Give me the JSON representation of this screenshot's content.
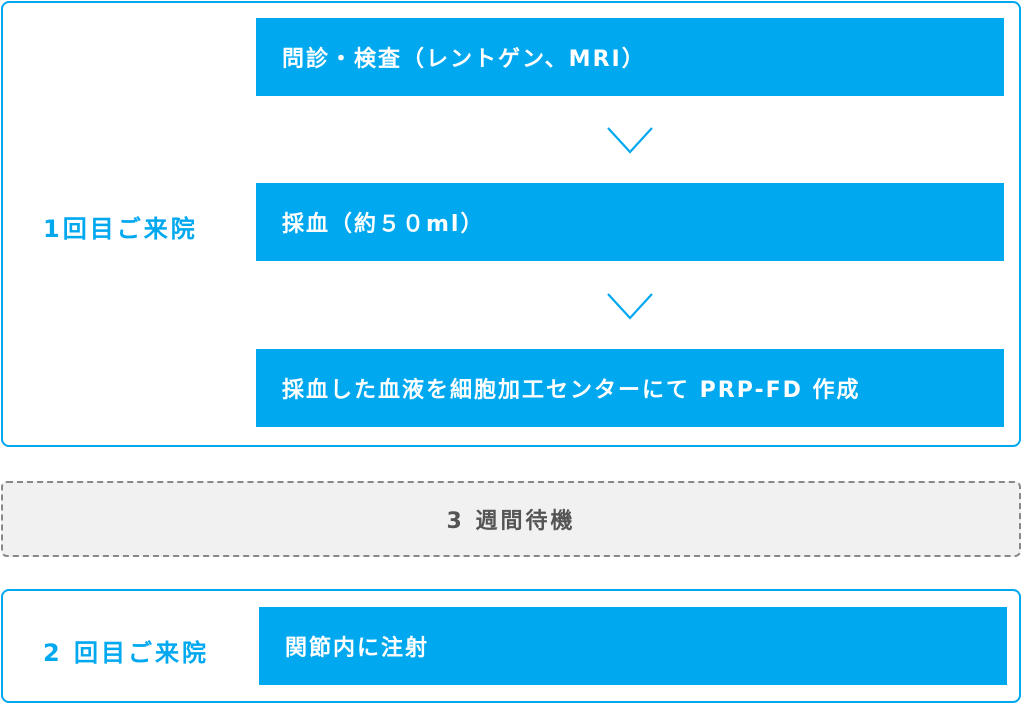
{
  "colors": {
    "accent": "#00a8ef",
    "step_text": "#ffffff",
    "wait_border": "#888888",
    "wait_background": "#f1f1f1",
    "wait_text": "#555555"
  },
  "visit_1": {
    "label": "1回目ご来院",
    "steps": [
      {
        "label": "問診・検査（レントゲン、MRI）"
      },
      {
        "label": "採血（約５０ml）"
      },
      {
        "label": "採血した血液を細胞加工センターにて PRP-FD 作成"
      }
    ],
    "arrow_icon": "chevron-down-icon"
  },
  "wait": {
    "label": "3 週間待機"
  },
  "visit_2": {
    "label": "2 回目ご来院",
    "steps": [
      {
        "label": "関節内に注射"
      }
    ]
  }
}
